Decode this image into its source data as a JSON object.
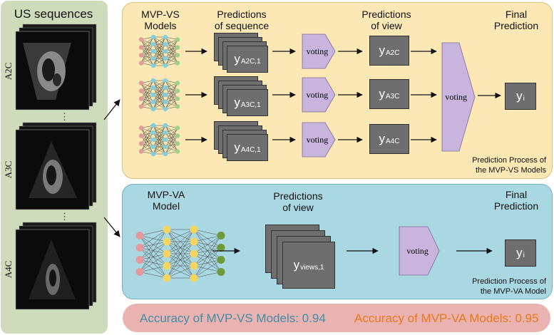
{
  "left_panel": {
    "title": "US sequences",
    "views": [
      "A2C",
      "A3C",
      "A4C"
    ],
    "ellipsis": "⋮"
  },
  "vs_panel": {
    "models_header": "MVP-VS\nModels",
    "seq_header": "Predictions\nof sequence",
    "view_header": "Predictions\nof view",
    "final_header": "Final\nPrediction",
    "rows": [
      {
        "seq_main": "y",
        "seq_sub": "A2C,1",
        "view_main": "y",
        "view_sub": "A2C"
      },
      {
        "seq_main": "y",
        "seq_sub": "A3C,1",
        "view_main": "y",
        "view_sub": "A3C"
      },
      {
        "seq_main": "y",
        "seq_sub": "A4C,1",
        "view_main": "y",
        "view_sub": "A4C"
      }
    ],
    "voting_label": "voting",
    "final_main": "y",
    "final_sub": "i",
    "note": "Prediction Process of\nthe MVP-VS Models"
  },
  "va_panel": {
    "model_header": "MVP-VA\nModel",
    "view_header": "Predictions\nof view",
    "final_header": "Final\nPrediction",
    "views_main": "y",
    "views_sub": "views,1",
    "voting_label": "voting",
    "final_main": "y",
    "final_sub": "i",
    "note": "Prediction Process of\nthe MVP-VA Model"
  },
  "accuracy": {
    "vs_text": "Accuracy of MVP-VS Models: 0.94",
    "va_text": "Accuracy of MVP-VA Models: 0.95",
    "vs_color": "#3f8ea6",
    "va_color": "#e87a1c"
  },
  "colors": {
    "node_pink": "#e49a9a",
    "node_cyan": "#7fcfe0",
    "node_green": "#9fd08a",
    "node_yellow": "#f3d560",
    "node_dkgreen": "#6f9a3a",
    "voting_fill": "#c8b4dd"
  }
}
